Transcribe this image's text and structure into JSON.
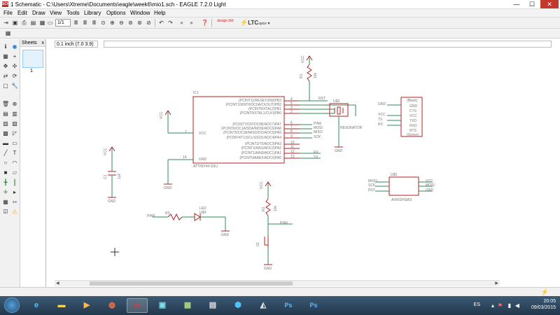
{
  "window": {
    "title": "1 Schematic - C:\\Users\\Xtreme\\Documents\\eagle\\week6\\mio1.sch - EAGLE 7.2.0 Light",
    "app_icon_label": "SCH",
    "minimize": "—",
    "maximize": "☐",
    "close": "✕"
  },
  "menu": [
    "File",
    "Edit",
    "Draw",
    "View",
    "Tools",
    "Library",
    "Options",
    "Window",
    "Help"
  ],
  "toolbar": {
    "sheet_combo": "1/1",
    "designlink": "design link",
    "ltc": "LTC",
    "ltc_sub": "spice"
  },
  "sheets_panel": {
    "title": "Sheets",
    "close": "x",
    "sheet_number": "1"
  },
  "coordinate": "0.1 inch (7.0 3.9)",
  "command_line": "",
  "schematic": {
    "ic1": {
      "name": "IC1",
      "value": "ATTINY44-SSU",
      "pins_left_vcc": "VCC",
      "pins_left_gnd": "GND",
      "pin_vcc_num": "1",
      "pin_gnd_num": "14",
      "pin_labels": [
        "(PCINT11/RESET/DW)PB3",
        "(PCINT10/INT0/OC0A/CKOUT)PB2",
        "(PCINT9/XTAL2)PB1",
        "(PCINT8/XTAL1/CLKI)PB0",
        "(PCINT7/ICP/OC0B/ADC7)PA7",
        "(PCINT6/OC1A/SDA/MOSI/ADC6)PA6",
        "(PCINT5/OC1B/MISO/DO/ADC5)PA5",
        "(PCINT4/T1/SCL/USCK/ADC4)PA4",
        "(PCINT3/T0/ADC3)PA3",
        "(PCINT2/AIN1/ADC2)PA2",
        "(PCINT1/AIN0/ADC1)PA1",
        "(PCINT0/AREF/ADC0)PA0"
      ],
      "pin_numbers": [
        "4",
        "5",
        "3",
        "2",
        "6",
        "7",
        "8",
        "9",
        "10",
        "11",
        "12",
        "13"
      ]
    },
    "net_labels": {
      "rst": "RST",
      "pin6": "PIN6",
      "mosi": "MOSI",
      "miso": "MISO",
      "sck": "SCK",
      "rx": "RX",
      "tx": "TX",
      "pin6b": "PIN6",
      "pin8": "PIN8"
    },
    "r1": {
      "name": "R1",
      "value": "10k"
    },
    "r2": {
      "name": "R2",
      "value": "10k"
    },
    "r3": {
      "name": "R3"
    },
    "u3": {
      "name": "U$3",
      "value": "RESONATOR"
    },
    "c1": {
      "name": "C1",
      "value": "1uF"
    },
    "s1": {
      "name": "S1"
    },
    "led": {
      "name": "LED",
      "ref": "U$4"
    },
    "ftdi": {
      "title": "(Black)",
      "footer": "(Green)",
      "pins": [
        "GND",
        "CTS",
        "VCC",
        "TXD",
        "RXD",
        "RTS"
      ],
      "nets": [
        "GND",
        "",
        "VCC",
        "TX",
        "RX",
        ""
      ]
    },
    "isp": {
      "ref": "U$5",
      "value": "AVRISPSMD",
      "left_nets": [
        "MISO",
        "SCK",
        "RST"
      ],
      "right_nets": [
        "VCC",
        "MOSI",
        "GND"
      ]
    },
    "supplies": {
      "vcc": "VCC",
      "gnd": "GND"
    }
  },
  "taskbar": {
    "language": "ES",
    "time": "20:05",
    "date": "09/03/2015"
  },
  "colors": {
    "part": "#b22222",
    "wire": "#2e8b57",
    "text": "#777777"
  }
}
